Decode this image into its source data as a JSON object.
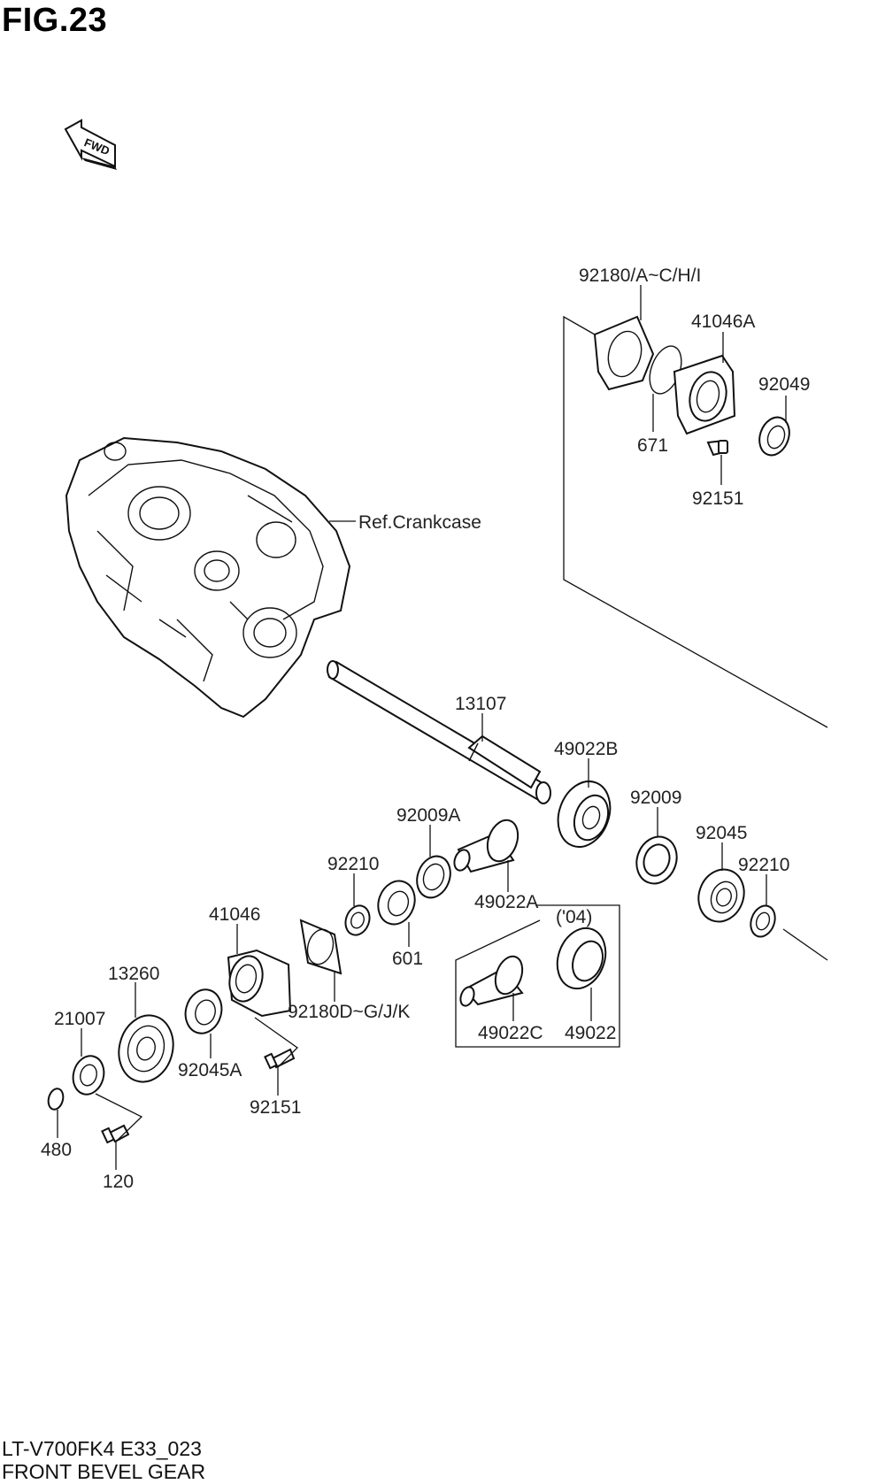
{
  "figure": {
    "title": "FIG.23",
    "fwd_label": "FWD"
  },
  "caption": {
    "model_code": "LT-V700FK4 E33_023",
    "assembly_name": "FRONT BEVEL GEAR"
  },
  "callouts": {
    "c92180_ach": "92180/A~C/H/I",
    "c41046a": "41046A",
    "c92049": "92049",
    "c671": "671",
    "c92151_top": "92151",
    "c_crankcase": "Ref.Crankcase",
    "c13107": "13107",
    "c49022b": "49022B",
    "c92009": "92009",
    "c92009a": "92009A",
    "c92045": "92045",
    "c92210_right": "92210",
    "c92210_left": "92210",
    "c41046": "41046",
    "c49022a": "49022A",
    "c04": "('04)",
    "c601": "601",
    "c13260": "13260",
    "c92180_dgjk": "92180D~G/J/K",
    "c21007": "21007",
    "c92045a": "92045A",
    "c49022c": "49022C",
    "c49022": "49022",
    "c92151_bottom": "92151",
    "c480": "480",
    "c120": "120"
  }
}
